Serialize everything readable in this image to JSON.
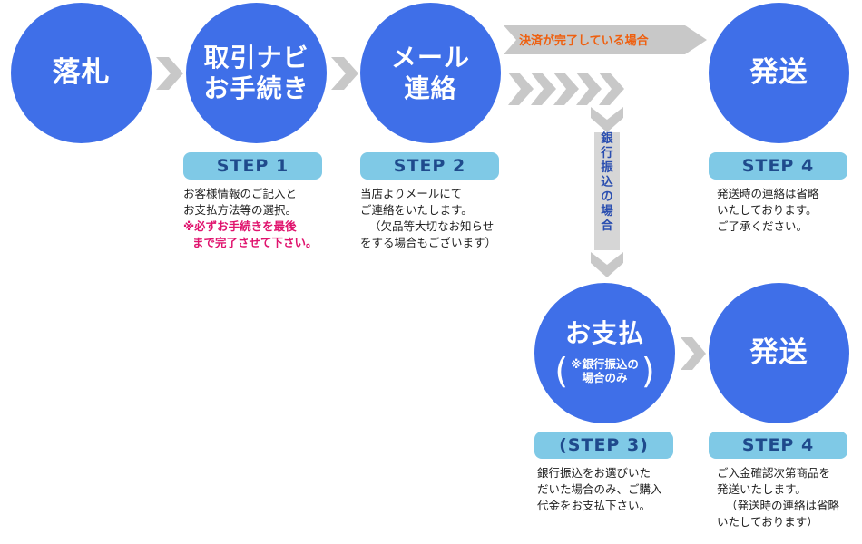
{
  "circles": {
    "bid": {
      "label": "落札"
    },
    "procedure": {
      "line1": "取引ナビ",
      "line2": "お手続き"
    },
    "mail": {
      "line1": "メール",
      "line2": "連絡"
    },
    "ship_top": {
      "label": "発送"
    },
    "pay": {
      "label": "お支払",
      "note1": "※銀行振込の",
      "note2": "場合のみ"
    },
    "ship_bottom": {
      "label": "発送"
    }
  },
  "steps": {
    "step1": "STEP 1",
    "step2": "STEP 2",
    "step3": "(STEP 3)",
    "step4_top": "STEP 4",
    "step4_bottom": "STEP 4"
  },
  "descriptions": {
    "step1": {
      "line1": "お客様情報のご記入と",
      "line2": "お支払方法等の選択。",
      "warn1": "※必ずお手続きを最後",
      "warn2": "まで完了させて下さい。"
    },
    "step2": {
      "line1": "当店よりメールにて",
      "line2": "ご連絡をいたします。",
      "line3": "（欠品等大切なお知らせ",
      "line4": "をする場合もございます）"
    },
    "step3": {
      "line1": "銀行振込をお選びいた",
      "line2": "だいた場合のみ、ご購入",
      "line3": "代金をお支払下さい。"
    },
    "step4_top": {
      "line1": "発送時の連絡は省略",
      "line2": "いたしております。",
      "line3": "ご了承ください。"
    },
    "step4_bottom": {
      "line1": "ご入金確認次第商品を",
      "line2": "発送いたします。",
      "line3": "（発送時の連絡は省略",
      "line4": "いたしております）"
    }
  },
  "branches": {
    "settled_label": "決済が完了している場合",
    "bank_label": [
      "銀",
      "行",
      "振",
      "込",
      "の",
      "場",
      "合"
    ]
  },
  "colors": {
    "circle": "#3f6fe8",
    "step_pill": "#7fc9e6",
    "step_text": "#1f4a8c",
    "arrow": "#c8c8c8",
    "warning": "#e0146e",
    "orange_label": "#ee6010",
    "vertical_label": "#2b4fb0"
  }
}
